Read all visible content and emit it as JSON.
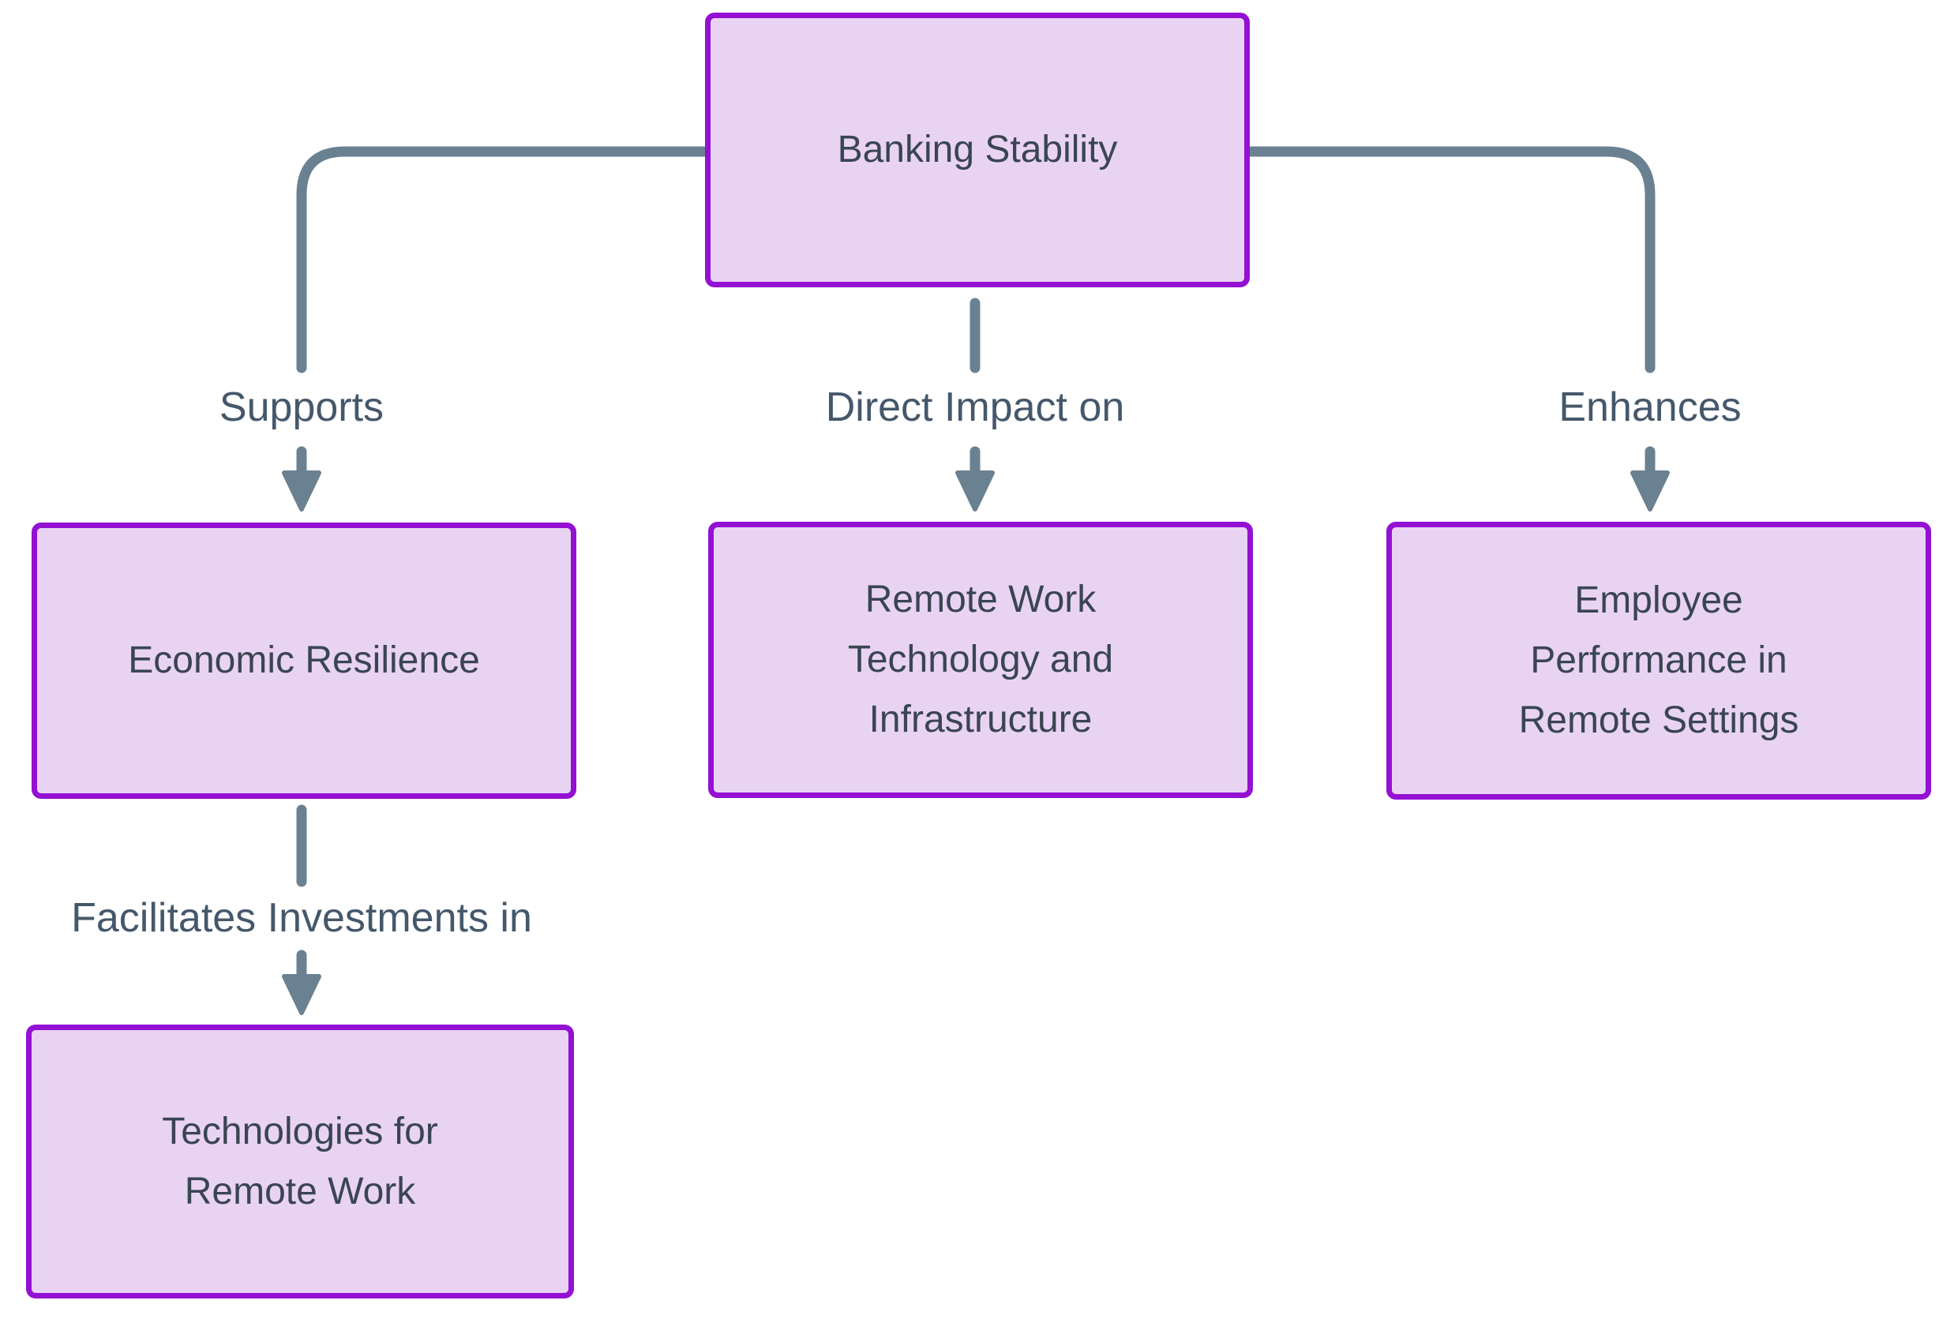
{
  "diagram": {
    "type": "flowchart",
    "direction": "top-down",
    "colors": {
      "background": "#ffffff",
      "node_fill": "#e9d3f3",
      "node_border": "#9410d3",
      "node_text": "#3a4553",
      "edge_line": "#6a8191",
      "edge_label_text": "#45586b"
    },
    "nodes": [
      {
        "id": "banking",
        "label": "Banking Stability"
      },
      {
        "id": "economic",
        "label": "Economic Resilience"
      },
      {
        "id": "remote_tech",
        "label": "Remote Work\nTechnology and\nInfrastructure"
      },
      {
        "id": "employee",
        "label": "Employee\nPerformance in\nRemote Settings"
      },
      {
        "id": "technologies",
        "label": "Technologies for\nRemote Work"
      }
    ],
    "edges": [
      {
        "from": "banking",
        "to": "economic",
        "label": "Supports"
      },
      {
        "from": "banking",
        "to": "remote_tech",
        "label": "Direct Impact on"
      },
      {
        "from": "banking",
        "to": "employee",
        "label": "Enhances"
      },
      {
        "from": "economic",
        "to": "technologies",
        "label": "Facilitates Investments in"
      }
    ]
  }
}
